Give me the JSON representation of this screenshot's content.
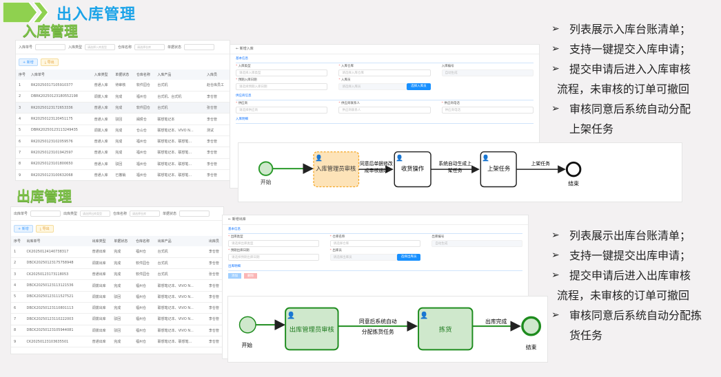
{
  "header": {
    "title": "出入库管理",
    "icon": "green-chevron-icon"
  },
  "inbound": {
    "section_title": "入库管理",
    "filters": [
      {
        "label": "入库单号",
        "placeholder": ""
      },
      {
        "label": "入库类型",
        "placeholder": "请选择入库类型"
      },
      {
        "label": "仓库名称",
        "placeholder": "请选择仓库"
      },
      {
        "label": "单据状态",
        "placeholder": ""
      }
    ],
    "buttons": {
      "new": "+ 新增",
      "export": "⤓ 导出"
    },
    "columns": [
      "序号",
      "入库单号",
      "入库类型",
      "单据状态",
      "仓库名称",
      "入库产品",
      "入库员"
    ],
    "rows": [
      [
        "1",
        "RK20250317105910377",
        "普通入库",
        "待审核",
        "软件园仓",
        "台式机",
        "赵仓库员工"
      ],
      [
        "2",
        "DBRK20250123180552198",
        "调拨入库",
        "完成",
        "福州仓",
        "台式机、台式机",
        "李仓管"
      ],
      [
        "3",
        "RK20250123172653336",
        "普通入库",
        "完成",
        "软件园仓",
        "台式机",
        "张仓管"
      ],
      [
        "4",
        "RK20250123120451175",
        "普通入库",
        "驳回",
        "闽侯仓",
        "联想笔记本",
        "李仓管"
      ],
      [
        "5",
        "DBRK20250123113249435",
        "调拨入库",
        "完成",
        "仓山仓",
        "联想笔记本、VIVO N...",
        "测试"
      ],
      [
        "6",
        "RK20250123102059576",
        "普通入库",
        "完成",
        "福州仓",
        "联想笔记本、联想笔...",
        "李仓管"
      ],
      [
        "7",
        "RK20250123101942597",
        "普通入库",
        "完成",
        "福州仓",
        "联想笔记本、联想笔...",
        "李仓管"
      ],
      [
        "8",
        "RK20250123101800650",
        "普通入库",
        "驳回",
        "福州仓",
        "联想笔记本、联想笔...",
        "李仓管"
      ],
      [
        "9",
        "RK20250123100632068",
        "普通入库",
        "已撤销",
        "福州仓",
        "联想笔记本、联想笔...",
        "李仓管"
      ]
    ],
    "form": {
      "back": "← 新增入库",
      "sections": [
        "基本信息",
        "供应商信息",
        "入库明细"
      ],
      "fields": [
        {
          "label": "入库类型",
          "placeholder": "请选择入库类型",
          "required": true
        },
        {
          "label": "入库仓库",
          "placeholder": "请选择入库仓库",
          "required": true
        },
        {
          "label": "入库编号",
          "placeholder": "自动生成",
          "required": false
        },
        {
          "label": "预期入库日期",
          "placeholder": "请选择预期入库日期",
          "required": true
        },
        {
          "label": "入库员",
          "placeholder": "请选择入库员",
          "required": true
        },
        {
          "label": "供应商",
          "placeholder": "请选择供应商",
          "required": true
        },
        {
          "label": "供应商联系人",
          "placeholder": "供应商联系人",
          "required": true
        },
        {
          "label": "供应商电话",
          "placeholder": "供应商电话",
          "required": true
        }
      ],
      "select_button": "选择入库员"
    },
    "flow": {
      "start": "开始",
      "task1": "入库管理员审核",
      "edge1": [
        "同意后单据修改",
        "成审核通过"
      ],
      "task2": "收货操作",
      "edge2": [
        "系统自动生成上",
        "架任务"
      ],
      "task3": "上架任务",
      "edge3": "上架任务",
      "end": "结束",
      "highlight_color": "#f5a623"
    },
    "bullets": [
      "列表展示入库台账清单；",
      "支持一键提交入库申请；",
      "提交申请后进入入库审核",
      "流程，未审核的订单可撤回",
      "审核同意后系统自动分配",
      "上架任务"
    ]
  },
  "outbound": {
    "section_title": "出库管理",
    "filters": [
      {
        "label": "出库单号",
        "placeholder": ""
      },
      {
        "label": "出库类型",
        "placeholder": "请选择出库类型"
      },
      {
        "label": "仓库名称",
        "placeholder": "请选择仓库"
      },
      {
        "label": "单据状态",
        "placeholder": ""
      }
    ],
    "buttons": {
      "new": "+ 新增",
      "export": "⤓ 导出"
    },
    "columns": [
      "序号",
      "出库单号",
      "出库类型",
      "单据状态",
      "仓库名称",
      "出库产品",
      "出库员"
    ],
    "rows": [
      [
        "1",
        "CK20250124140738317",
        "普通出库",
        "完成",
        "福州仓",
        "台式机",
        "李仓管"
      ],
      [
        "2",
        "DBCK20250123175758948",
        "调拨出库",
        "完成",
        "软件园仓",
        "台式机",
        "李仓管"
      ],
      [
        "3",
        "CK20250123173118053",
        "普通出库",
        "完成",
        "软件园仓",
        "台式机",
        "张仓管"
      ],
      [
        "4",
        "DBCK20250123113121536",
        "调拨出库",
        "完成",
        "福州仓",
        "联想笔记本、VIVO N...",
        "李仓管"
      ],
      [
        "5",
        "DBCK20250123111527521",
        "调拨出库",
        "驳回",
        "福州仓",
        "联想笔记本、VIVO N...",
        "李仓管"
      ],
      [
        "6",
        "DBCK20250123110801113",
        "调拨出库",
        "完成",
        "福州仓",
        "联想笔记本、VIVO N...",
        "李仓管"
      ],
      [
        "7",
        "DBCK20250123110222003",
        "调拨出库",
        "驳回",
        "福州仓",
        "联想笔记本、VIVO N...",
        "李仓管"
      ],
      [
        "8",
        "DBCK20250123105944081",
        "调拨出库",
        "驳回",
        "福州仓",
        "联想笔记本、VIVO N...",
        "李仓管"
      ],
      [
        "9",
        "CK20250123103635501",
        "普通出库",
        "完成",
        "福州仓",
        "联想笔记本、联想笔...",
        "李仓管"
      ]
    ],
    "form": {
      "back": "← 新增出库",
      "sections": [
        "基本信息",
        "出库明细"
      ],
      "fields": [
        {
          "label": "出库类型",
          "placeholder": "请选择出库类型",
          "required": true
        },
        {
          "label": "仓库名称",
          "placeholder": "请选择仓库",
          "required": true
        },
        {
          "label": "出库编号",
          "placeholder": "自动生成",
          "required": false
        },
        {
          "label": "预期出库日期",
          "placeholder": "请选择预期出库日期",
          "required": true
        },
        {
          "label": "出库员",
          "placeholder": "请选择出库员",
          "required": true
        }
      ],
      "select_button": "选择出库员",
      "add": "添加",
      "delete": "删除"
    },
    "flow": {
      "start": "开始",
      "task1": "出库管理员审核",
      "edge1": [
        "同意后系统自动",
        "分配拣货任务"
      ],
      "task2": "拣货",
      "edge2": "出库完成",
      "end": "结束",
      "active_color": "#1e8c1e"
    },
    "bullets": [
      "列表展示出库台账清单；",
      "支持一键提交出库申请；",
      "提交申请后进入出库审核",
      "流程，未审核的订单可撤回",
      "审核同意后系统自动分配拣",
      "货任务"
    ]
  }
}
